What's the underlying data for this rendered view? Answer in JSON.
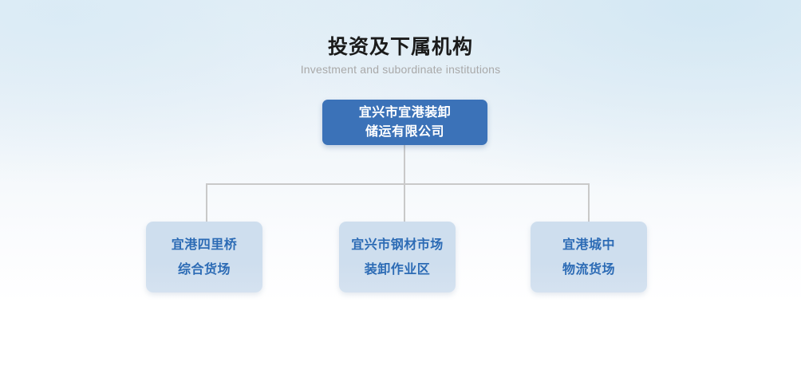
{
  "heading": {
    "title": "投资及下属机构",
    "subtitle": "Investment and subordinate institutions"
  },
  "colors": {
    "root_fill": "#3b72b8",
    "root_text": "#ffffff",
    "child_fill": "#cedeee",
    "child_text": "#2c6bb5",
    "connector": "#c9c9c9",
    "title_text": "#1b1b1b",
    "subtitle_text": "#a9a9a9",
    "background_top": "#e6f0f7",
    "background_bottom": "#ffffff"
  },
  "chart_data": {
    "type": "diagram",
    "diagram_type": "organization-chart",
    "title": "投资及下属机构",
    "subtitle": "Investment and subordinate institutions",
    "orientation": "top-down",
    "levels": 2,
    "root": {
      "id": "root",
      "lines": [
        "宜兴市宜港装卸",
        "储运有限公司"
      ],
      "text": "宜兴市宜港装卸储运有限公司"
    },
    "children": [
      {
        "id": "child-1",
        "lines": [
          "宜港四里桥",
          "综合货场"
        ],
        "text": "宜港四里桥综合货场"
      },
      {
        "id": "child-2",
        "lines": [
          "宜兴市钢材市场",
          "装卸作业区"
        ],
        "text": "宜兴市钢材市场装卸作业区"
      },
      {
        "id": "child-3",
        "lines": [
          "宜港城中",
          "物流货场"
        ],
        "text": "宜港城中物流货场"
      }
    ],
    "edges": [
      {
        "from": "root",
        "to": "child-1"
      },
      {
        "from": "root",
        "to": "child-2"
      },
      {
        "from": "root",
        "to": "child-3"
      }
    ]
  }
}
